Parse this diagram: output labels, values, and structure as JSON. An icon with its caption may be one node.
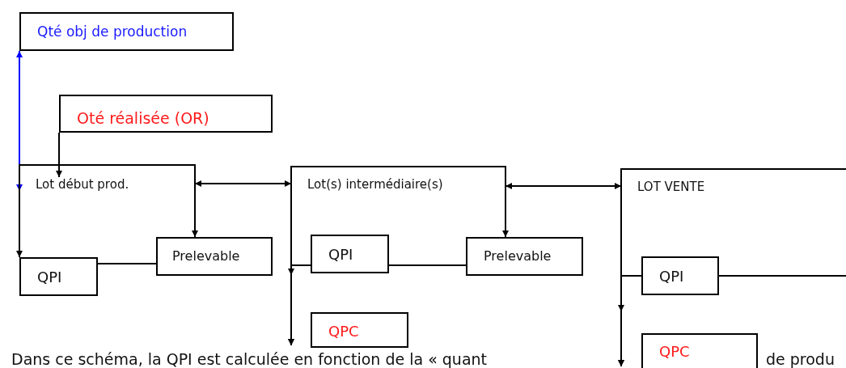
{
  "diagram": {
    "nodes": [
      {
        "text": [
          "Qté obj de production"
        ]
      },
      {
        "text": [
          "Oté réalisée (OR)"
        ]
      },
      {
        "text": [
          "Lot début prod."
        ]
      },
      {
        "text": [
          "QPI"
        ]
      },
      {
        "text": [
          "Prelevable"
        ]
      },
      {
        "text": [
          "Lot(s) intermédiaire(s)"
        ]
      },
      {
        "text": [
          "QPI"
        ]
      },
      {
        "text": [
          "Prelevable"
        ]
      },
      {
        "text": [
          "QPC"
        ]
      },
      {
        "text": [
          "LOT VENTE"
        ]
      },
      {
        "text": [
          "QPI"
        ]
      },
      {
        "text": [
          "QPC"
        ]
      }
    ],
    "edges": [
      {
        "from": 0,
        "to": 2,
        "arrow": "both",
        "color": "#0000ff"
      },
      {
        "from": 1,
        "to": 2,
        "arrow": "to"
      },
      {
        "from": 2,
        "to": 5,
        "arrow": "both"
      },
      {
        "from": 2,
        "to": 4,
        "arrow": "to"
      },
      {
        "from": 2,
        "to": 3,
        "arrow": "to"
      },
      {
        "from": 3,
        "to": 4,
        "arrow": "none"
      },
      {
        "from": 5,
        "to": 9,
        "arrow": "both"
      },
      {
        "from": 5,
        "to": 7,
        "arrow": "to"
      },
      {
        "from": 5,
        "to": 8,
        "arrow": "to"
      },
      {
        "from": 6,
        "to": 8,
        "arrow": "to"
      },
      {
        "from": 6,
        "to": 7,
        "arrow": "none"
      },
      {
        "from": 9,
        "to": 11,
        "arrow": "to"
      },
      {
        "from": 10,
        "to": 11,
        "arrow": "to"
      },
      {
        "from": 10,
        "to": null,
        "arrow": "none"
      }
    ],
    "labels": [
      "Dans ce schéma, la QPI est calculée en fonction de la « quant",
      "de produ"
    ]
  }
}
